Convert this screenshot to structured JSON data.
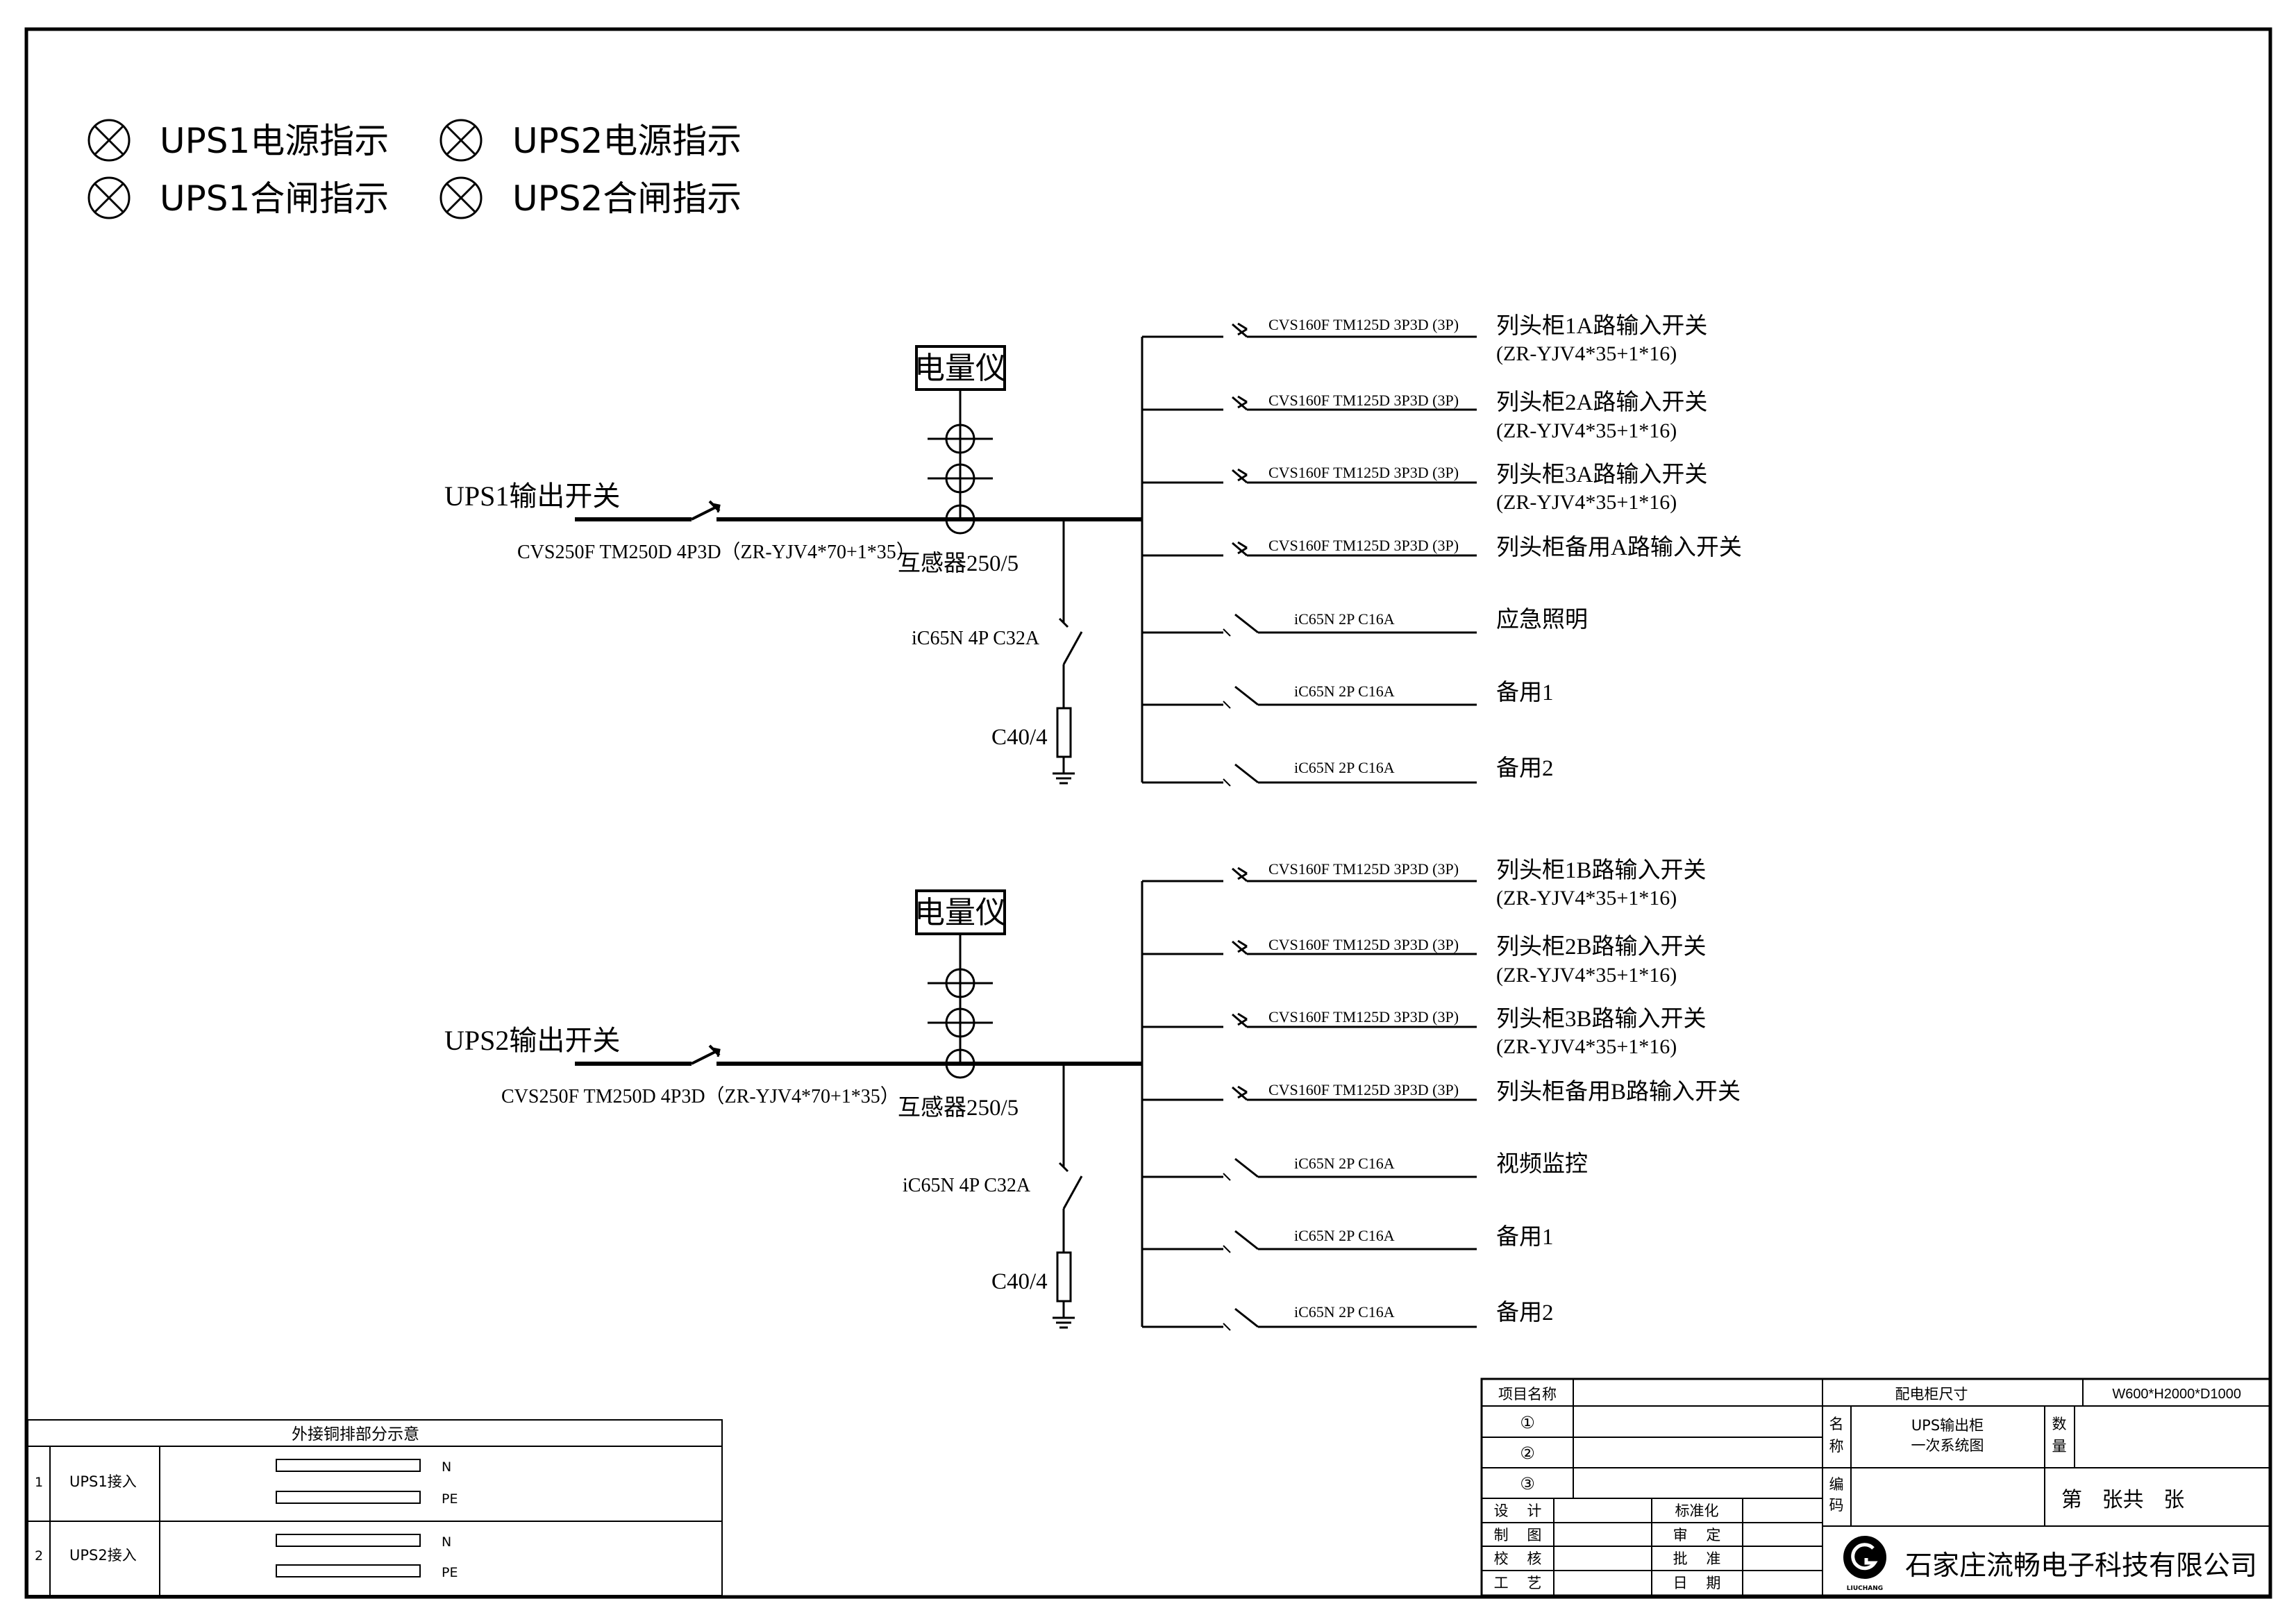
{
  "legend": [
    {
      "label": "UPS1电源指示",
      "icon": "indicator-lamp-icon"
    },
    {
      "label": "UPS2电源指示",
      "icon": "indicator-lamp-icon"
    },
    {
      "label": "UPS1合闸指示",
      "icon": "indicator-lamp-icon"
    },
    {
      "label": "UPS2合闸指示",
      "icon": "indicator-lamp-icon"
    }
  ],
  "groups": [
    {
      "main_switch_label": "UPS1输出开关",
      "main_switch_spec": "CVS250F TM250D 4P3D（ZR-YJV4*70+1*35）",
      "meter_label": "电量仪",
      "ct_label": "互感器250/5",
      "spd_breaker": "iC65N 4P C32A",
      "spd_label": "C40/4",
      "feeders": [
        {
          "spec": "CVS160F TM125D 3P3D (3P)",
          "name": "列头柜1A路输入开关",
          "cable": "(ZR-YJV4*35+1*16)"
        },
        {
          "spec": "CVS160F TM125D 3P3D (3P)",
          "name": "列头柜2A路输入开关",
          "cable": "(ZR-YJV4*35+1*16)"
        },
        {
          "spec": "CVS160F TM125D 3P3D (3P)",
          "name": "列头柜3A路输入开关",
          "cable": "(ZR-YJV4*35+1*16)"
        },
        {
          "spec": "CVS160F TM125D 3P3D (3P)",
          "name": "列头柜备用A路输入开关",
          "cable": ""
        },
        {
          "spec": "iC65N 2P C16A",
          "name": "应急照明",
          "cable": ""
        },
        {
          "spec": "iC65N 2P C16A",
          "name": "备用1",
          "cable": ""
        },
        {
          "spec": "iC65N 2P C16A",
          "name": "备用2",
          "cable": ""
        }
      ]
    },
    {
      "main_switch_label": "UPS2输出开关",
      "main_switch_spec": "CVS250F TM250D 4P3D（ZR-YJV4*70+1*35）",
      "meter_label": "电量仪",
      "ct_label": "互感器250/5",
      "spd_breaker": "iC65N 4P C32A",
      "spd_label": "C40/4",
      "feeders": [
        {
          "spec": "CVS160F TM125D 3P3D (3P)",
          "name": "列头柜1B路输入开关",
          "cable": "(ZR-YJV4*35+1*16)"
        },
        {
          "spec": "CVS160F TM125D 3P3D (3P)",
          "name": "列头柜2B路输入开关",
          "cable": "(ZR-YJV4*35+1*16)"
        },
        {
          "spec": "CVS160F TM125D 3P3D (3P)",
          "name": "列头柜3B路输入开关",
          "cable": "(ZR-YJV4*35+1*16)"
        },
        {
          "spec": "CVS160F TM125D 3P3D (3P)",
          "name": "列头柜备用B路输入开关",
          "cable": ""
        },
        {
          "spec": "iC65N 2P C16A",
          "name": "视频监控",
          "cable": ""
        },
        {
          "spec": "iC65N 2P C16A",
          "name": "备用1",
          "cable": ""
        },
        {
          "spec": "iC65N 2P C16A",
          "name": "备用2",
          "cable": ""
        }
      ]
    }
  ],
  "busbar_table": {
    "title": "外接铜排部分示意",
    "rows": [
      {
        "index": "1",
        "name": "UPS1接入",
        "bars": [
          "N",
          "PE"
        ]
      },
      {
        "index": "2",
        "name": "UPS2接入",
        "bars": [
          "N",
          "PE"
        ]
      }
    ]
  },
  "title_block": {
    "project_name_label": "项目名称",
    "cabinet_size_label": "配电柜尺寸",
    "cabinet_size_value": "W600*H2000*D1000",
    "circled": [
      "①",
      "②",
      "③"
    ],
    "name_label": "名称",
    "name_value_1": "UPS输出柜",
    "name_value_2": "一次系统图",
    "quantity_label": "数量",
    "code_label": "编码",
    "sheet_text": "第   张共   张",
    "left_labels": [
      "设    计",
      "制    图",
      "校    核",
      "工    艺"
    ],
    "mid_labels": [
      "标准化",
      "审    定",
      "批    准",
      "日    期"
    ],
    "company": "石家庄流畅电子科技有限公司",
    "logo_text": "LIUCHANG"
  }
}
